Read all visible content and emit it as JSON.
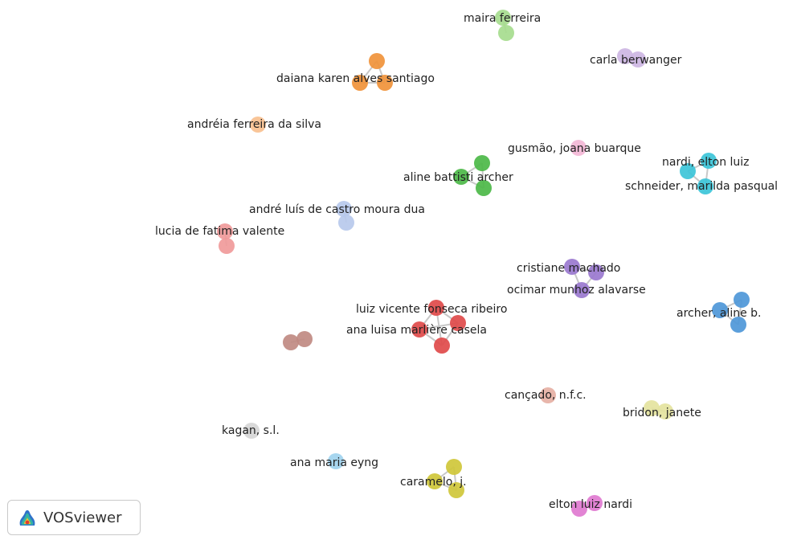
{
  "app": {
    "brand": "VOSviewer",
    "logo_icon": "vosviewer-logo-icon"
  },
  "network": {
    "label_color": "#222222",
    "edge_color": "#c8c8c8",
    "clusters": [
      {
        "id": "green-light",
        "color": "#a6dc8e",
        "labels": [
          "maira ferreira"
        ]
      },
      {
        "id": "lavender",
        "color": "#cdb6e3",
        "labels": [
          "carla berwanger"
        ]
      },
      {
        "id": "orange",
        "color": "#f0923a",
        "labels": [
          "daiana karen alves santiago"
        ]
      },
      {
        "id": "peach",
        "color": "#f8c08f",
        "labels": [
          "andréia ferreira da silva"
        ]
      },
      {
        "id": "pink-light",
        "color": "#f3b7d6",
        "labels": [
          "gusmão, joana buarque"
        ]
      },
      {
        "id": "cyan",
        "color": "#3cc4d8",
        "labels": [
          "nardi, elton luiz",
          "schneider, marilda pasqual"
        ]
      },
      {
        "id": "green",
        "color": "#4cb848",
        "labels": [
          "aline battisti archer"
        ]
      },
      {
        "id": "periwinkle",
        "color": "#b7c9ec",
        "labels": [
          "andré luís de castro moura dua"
        ]
      },
      {
        "id": "salmon",
        "color": "#f09a9a",
        "labels": [
          "lucia de fatima valente"
        ]
      },
      {
        "id": "purple",
        "color": "#9a78cf",
        "labels": [
          "cristiane machado",
          "ocimar munhoz alavarse"
        ]
      },
      {
        "id": "red",
        "color": "#e04a4a",
        "labels": [
          "luiz vicente fonseca ribeiro",
          "ana luisa marlière casela"
        ]
      },
      {
        "id": "blue",
        "color": "#4e97d8",
        "labels": [
          "archer, aline b."
        ]
      },
      {
        "id": "brown",
        "color": "#c08a82",
        "labels": []
      },
      {
        "id": "tan",
        "color": "#e6b0a4",
        "labels": [
          "cançado, n.f.c."
        ]
      },
      {
        "id": "pale-yellow",
        "color": "#e4e39e",
        "labels": [
          "bridon, janete"
        ]
      },
      {
        "id": "gray",
        "color": "#d6d6d6",
        "labels": [
          "kagan, s.l."
        ]
      },
      {
        "id": "sky",
        "color": "#9fd3ee",
        "labels": [
          "ana maria eyng"
        ]
      },
      {
        "id": "olive",
        "color": "#cfc73a",
        "labels": [
          "caramelo, j."
        ]
      },
      {
        "id": "magenta",
        "color": "#e07ad0",
        "labels": [
          "elton luiz nardi"
        ]
      }
    ]
  }
}
